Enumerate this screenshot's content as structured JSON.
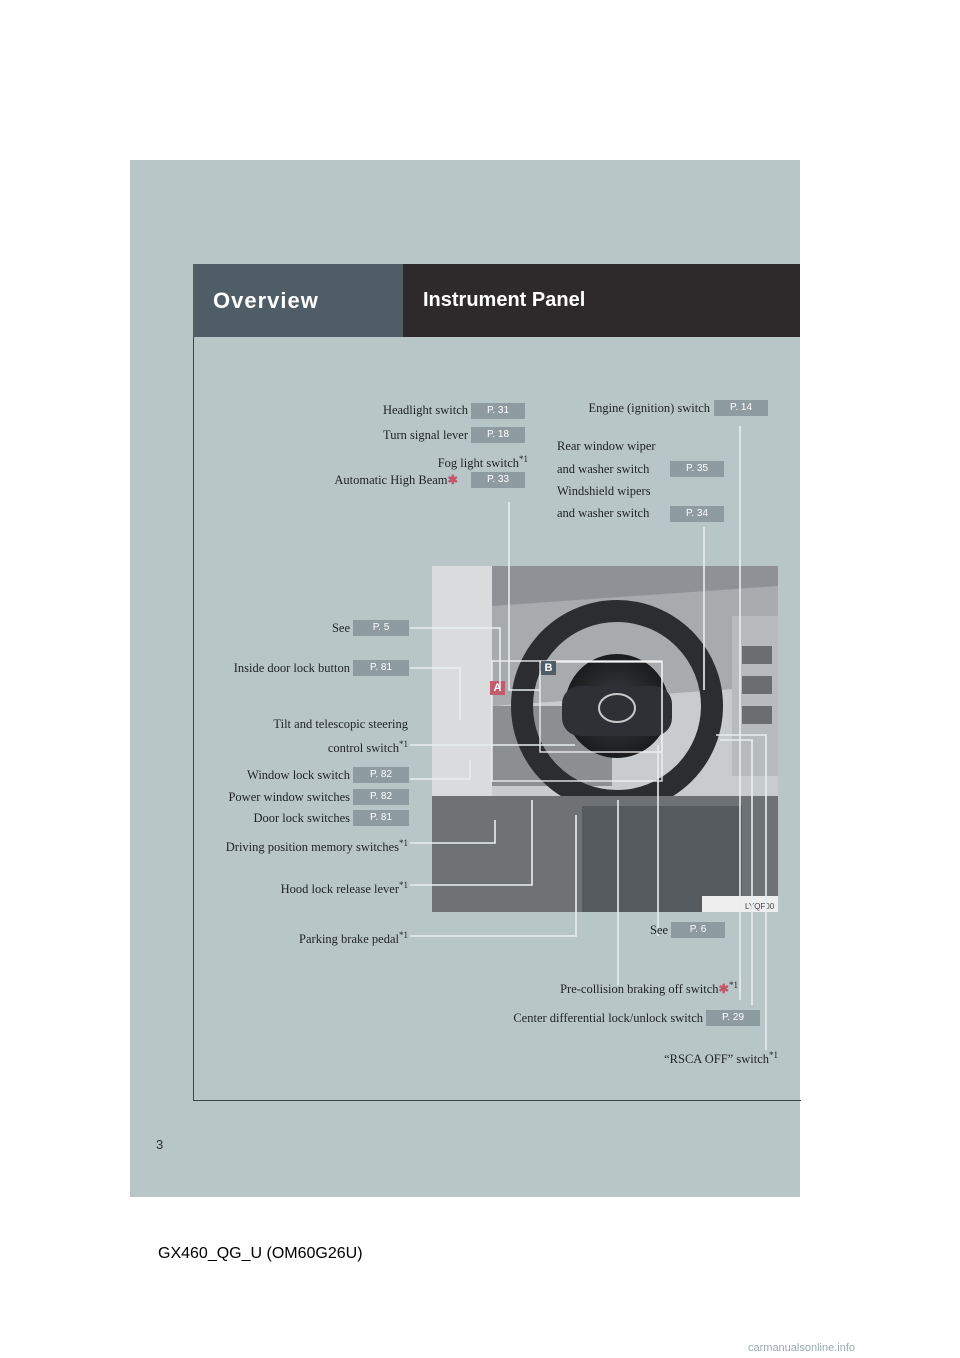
{
  "header": {
    "section": "Overview",
    "title": "Instrument Panel"
  },
  "labels": {
    "headlight": "Headlight switch",
    "headlight_page": "P. 31",
    "turn_signal": "Turn signal lever",
    "turn_signal_page": "P. 18",
    "fog_light": "Fog light switch",
    "fog_sup": "*1",
    "auto_high_beam": "Automatic High Beam",
    "auto_high_beam_page": "P. 33",
    "engine": "Engine (ignition) switch",
    "engine_page": "P. 14",
    "rear_wiper_1": "Rear window wiper",
    "rear_wiper_2": "and washer switch",
    "rear_wiper_page": "P. 35",
    "ws_wiper_1": "Windshield wipers",
    "ws_wiper_2": "and washer switch",
    "ws_wiper_page": "P. 34",
    "see_1": "See",
    "see_1_page": "P. 5",
    "inside_door": "Inside door lock button",
    "inside_door_page": "P. 81",
    "tilt_1": "Tilt and telescopic steering",
    "tilt_2": "control switch",
    "tilt_sup": "*1",
    "window_lock": "Window lock switch",
    "window_lock_page": "P. 82",
    "power_window": "Power window switches",
    "power_window_page": "P. 82",
    "door_lock": "Door lock switches",
    "door_lock_page": "P. 81",
    "driving_memory": "Driving position memory switches",
    "driving_memory_sup": "*1",
    "hood": "Hood lock release lever",
    "hood_sup": "*1",
    "parking": "Parking brake pedal",
    "parking_sup": "*1",
    "see_2": "See",
    "see_2_page": "P. 6",
    "precollision": "Pre-collision braking off switch",
    "precollision_sup": "*1",
    "center_diff": "Center differential lock/unlock switch",
    "center_diff_page": "P. 29",
    "rsca": "“RSCA OFF” switch",
    "rsca_sup": "*1",
    "asterisk": "✱"
  },
  "callouts": {
    "a": "A",
    "b": "B",
    "photo_code": "LYQF00"
  },
  "footer": {
    "page_number": "3",
    "doc_code": "GX460_QG_U (OM60G26U)",
    "site": "carmanualsonline.info"
  },
  "colors": {
    "panel": "#b9c6c8",
    "header_left": "#4f5d66",
    "header_right": "#2e2a2b",
    "badge": "#8e9ba0",
    "asterisk": "#c2566b",
    "callout_line": "#e8eef0"
  }
}
